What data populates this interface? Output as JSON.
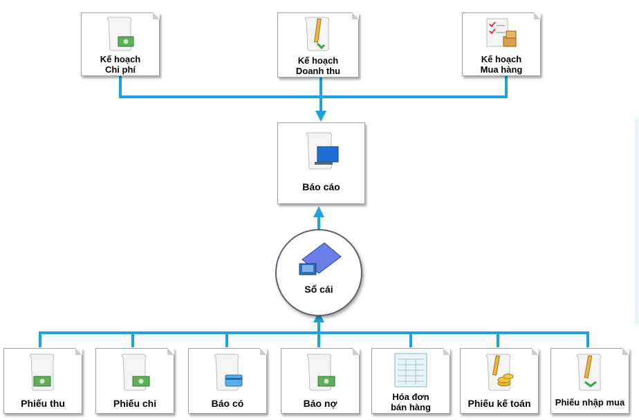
{
  "nodes": {
    "ke_hoach_chi_phi": {
      "line1": "Kế hoạch",
      "line2": "Chi phí"
    },
    "ke_hoach_doanh_thu": {
      "line1": "Kế hoạch",
      "line2": "Doanh thu"
    },
    "ke_hoach_mua_hang": {
      "line1": "Kế hoạch",
      "line2": "Mua hàng"
    },
    "bao_cao": {
      "label": "Báo cáo"
    },
    "so_cai": {
      "label": "Sổ cái"
    },
    "phieu_thu": {
      "label": "Phiếu thu"
    },
    "phieu_chi": {
      "label": "Phiếu chi"
    },
    "bao_co": {
      "label": "Báo có"
    },
    "bao_no": {
      "label": "Báo nợ"
    },
    "hoa_don_ban_hang": {
      "line1": "Hóa đơn",
      "line2": "bán hàng"
    },
    "phieu_ke_toan": {
      "label": "Phiếu kế toán"
    },
    "phieu_nhap_mua": {
      "label": "Phiếu nhập mua"
    }
  },
  "colors": {
    "connector": "#1aa3dc",
    "box_border": "#9aa0a8"
  },
  "icons": {
    "ke_hoach_chi_phi": "scroll-money-icon",
    "ke_hoach_doanh_thu": "scroll-pencil-icon",
    "ke_hoach_mua_hang": "checklist-boxes-icon",
    "bao_cao": "scroll-monitor-icon",
    "so_cai": "monitor-icon",
    "phieu_thu": "scroll-money-icon",
    "phieu_chi": "scroll-money-icon",
    "bao_co": "scroll-card-icon",
    "bao_no": "scroll-money-icon",
    "hoa_don_ban_hang": "invoice-icon",
    "phieu_ke_toan": "scroll-coins-icon",
    "phieu_nhap_mua": "scroll-pencil-icon"
  }
}
